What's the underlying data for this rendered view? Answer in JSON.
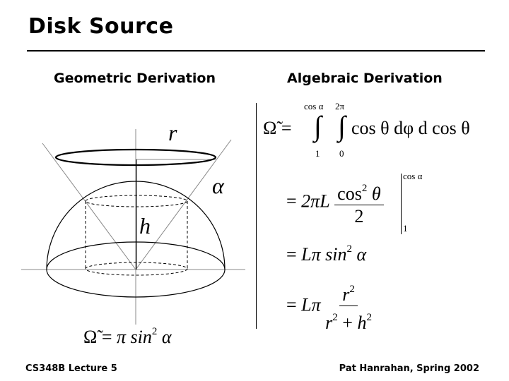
{
  "slide": {
    "title": "Disk Source",
    "left_heading": "Geometric Derivation",
    "right_heading": "Algebraic Derivation",
    "footer_left": "CS348B Lecture 5",
    "footer_right": "Pat Hanrahan, Spring 2002"
  },
  "diagram": {
    "label_r": "r",
    "label_alpha": "α",
    "label_h": "h",
    "formula": {
      "lhs": "Ω̃",
      "eq": "=",
      "rhs": "π sin",
      "exp": "2",
      "tail": "α"
    }
  },
  "equations": {
    "line1": {
      "lhs": "Ω̃",
      "eq": "=",
      "int1_upper": "cos α",
      "int1_lower": "1",
      "int2_upper": "2π",
      "int2_lower": "0",
      "integral": "∫",
      "integrand": "cos θ dφ d cos θ"
    },
    "line2": {
      "eq": "=",
      "prefix": "2πL",
      "num": "cos",
      "num_exp": "2",
      "num_tail": "θ",
      "den": "2",
      "eval_upper": "cos α",
      "eval_lower": "1"
    },
    "line3": {
      "eq": "=",
      "expr": "Lπ sin",
      "exp": "2",
      "tail": "α"
    },
    "line4": {
      "eq": "=",
      "prefix": "Lπ",
      "num": "r",
      "num_exp": "2",
      "den_a": "r",
      "den_a_exp": "2",
      "den_plus": "+",
      "den_b": "h",
      "den_b_exp": "2"
    }
  }
}
